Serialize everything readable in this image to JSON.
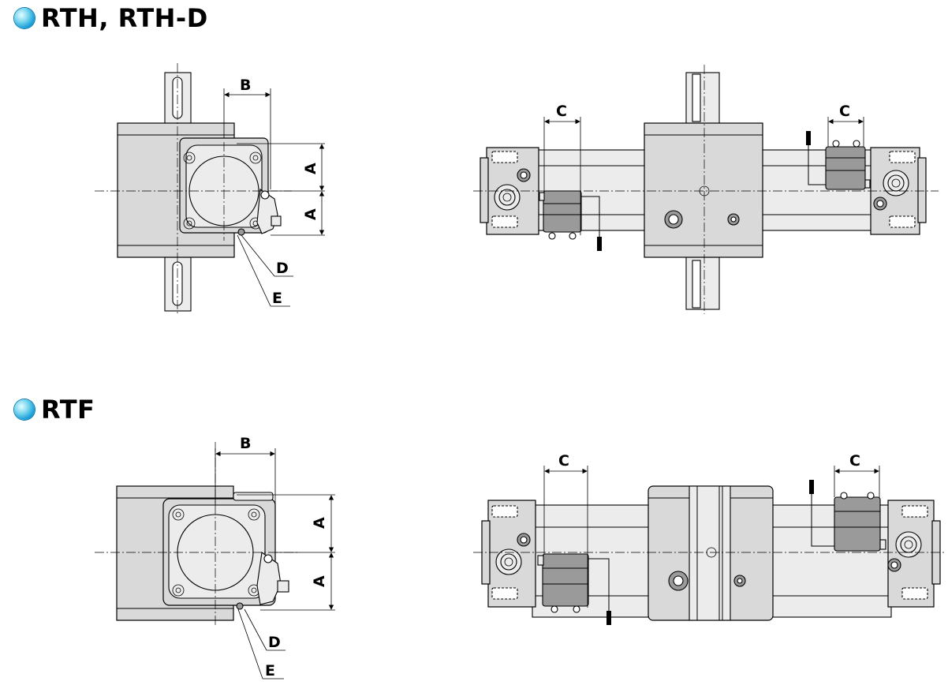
{
  "sections": [
    {
      "title": "RTH, RTH-D"
    },
    {
      "title": "RTF"
    }
  ],
  "dimensions": {
    "a": "A",
    "b": "B",
    "c": "C",
    "d": "D",
    "e": "E"
  },
  "colors": {
    "bullet": "#1aa0d8",
    "body": "#d9d9d9",
    "dark": "#9a9a9a"
  }
}
